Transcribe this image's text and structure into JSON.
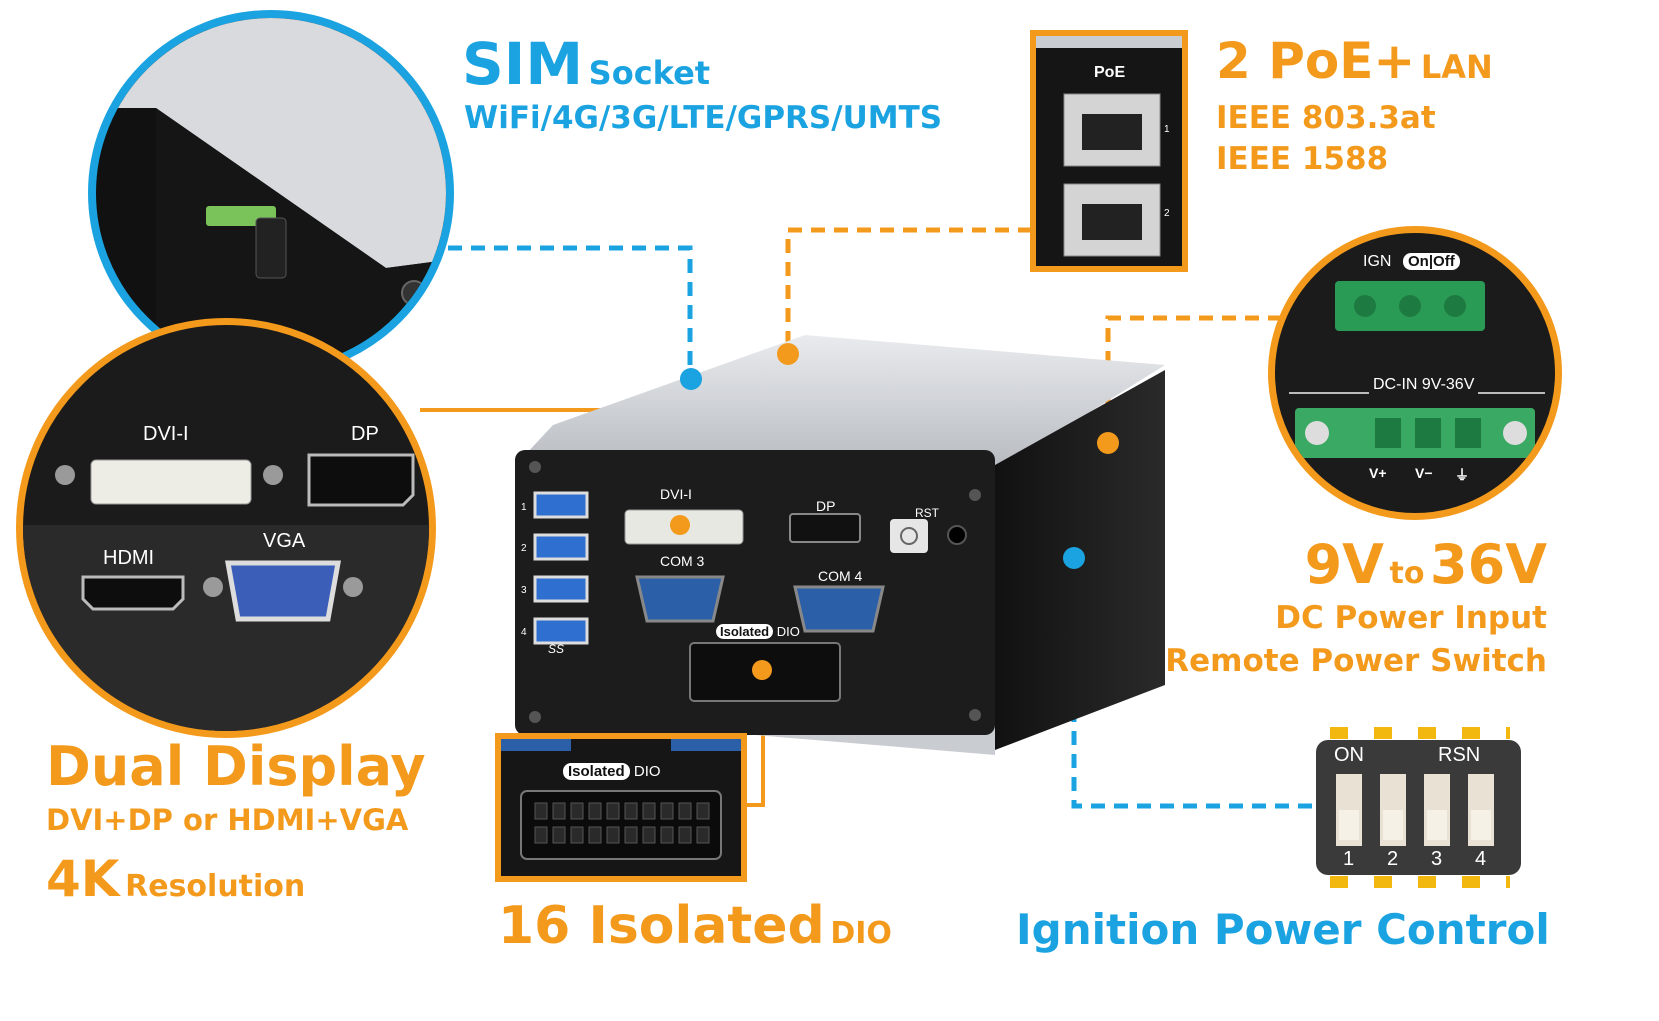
{
  "sim": {
    "big": "SIM",
    "small": "Socket",
    "sub": "WiFi/4G/3G/LTE/GPRS/UMTS"
  },
  "poe": {
    "big": "2 PoE+",
    "small": "LAN",
    "line1": "IEEE 803.3at",
    "line2": "IEEE 1588",
    "panel_logo": "PoE",
    "port1": "1",
    "port2": "2"
  },
  "power": {
    "big1": "9V",
    "mid": "to",
    "big2": "36V",
    "line1": "DC Power Input",
    "line2": "Remote Power Switch",
    "ign_label": "IGN",
    "ign_switch": "On|Off",
    "dcin_label": "DC-IN 9V-36V",
    "pins": [
      "V+",
      "V−",
      "⏚"
    ]
  },
  "display": {
    "title": "Dual Display",
    "line1": "DVI+DP or HDMI+VGA",
    "res_big": "4K",
    "res_small": "Resolution",
    "ports": {
      "dvi": "DVI-I",
      "dp": "DP",
      "hdmi": "HDMI",
      "vga": "VGA"
    }
  },
  "dio": {
    "big": "16 Isolated",
    "small": "DIO",
    "badge": "Isolated",
    "suffix": "DIO"
  },
  "ignition": {
    "title": "Ignition Power Control",
    "on": "ON",
    "rsn": "RSN",
    "switches": [
      "1",
      "2",
      "3",
      "4"
    ]
  },
  "device": {
    "dvi": "DVI-I",
    "dp": "DP",
    "rst": "RST",
    "com3": "COM 3",
    "com4": "COM 4",
    "isolated": "Isolated",
    "dio": "DIO",
    "usb_nums": [
      "1",
      "2",
      "3",
      "4"
    ],
    "ss": "SS"
  },
  "colors": {
    "blue": "#1aa3e0",
    "orange": "#f39a1c",
    "chassis": "#1c1c1c",
    "silver": "#cfd2d6"
  }
}
